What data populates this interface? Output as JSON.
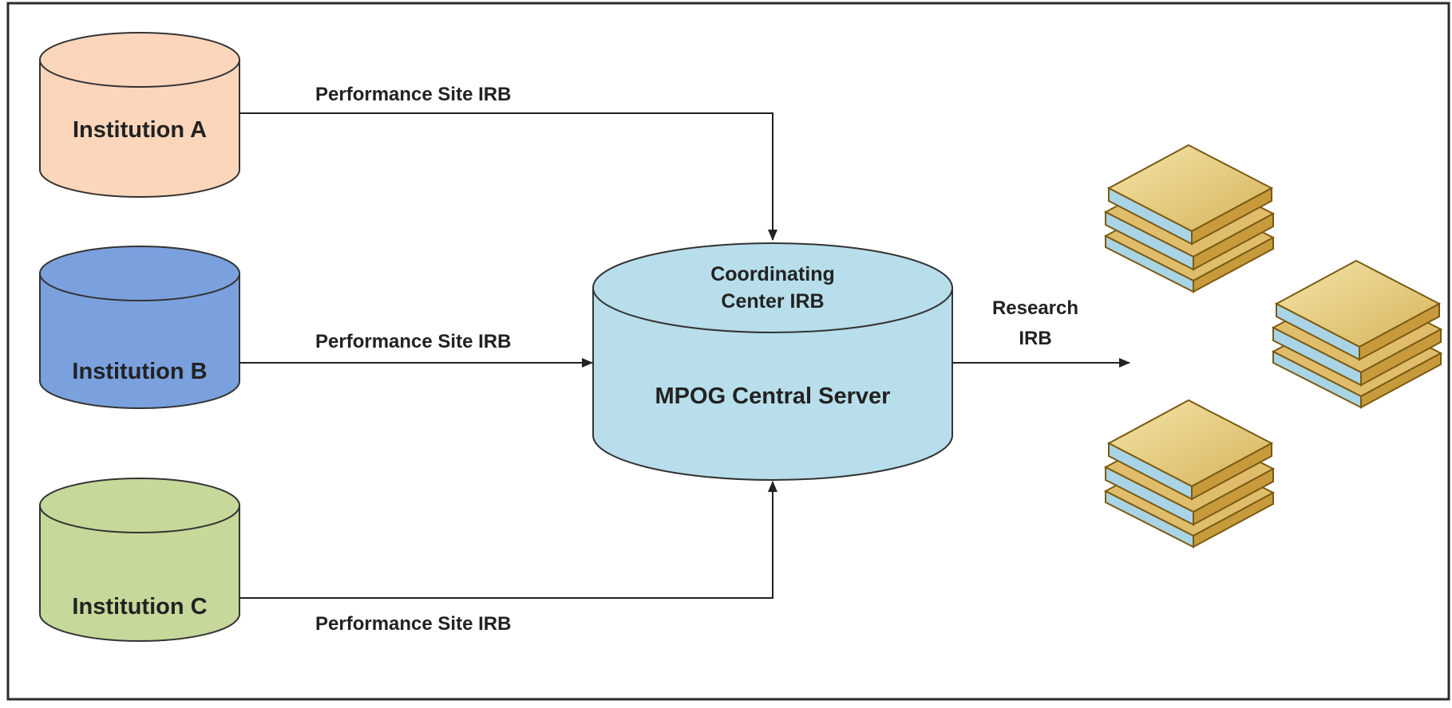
{
  "institutions": [
    {
      "label": "Institution A",
      "color": "#fbd6bb"
    },
    {
      "label": "Institution B",
      "color": "#7aa1de"
    },
    {
      "label": "Institution C",
      "color": "#c6d89a"
    }
  ],
  "edges": {
    "a_label": "Performance Site IRB",
    "b_label": "Performance Site IRB",
    "c_label": "Performance Site IRB",
    "research_line1": "Research",
    "research_line2": "IRB"
  },
  "server": {
    "top_line1": "Coordinating",
    "top_line2": "Center IRB",
    "name": "MPOG Central Server",
    "color": "#b7deea"
  },
  "colors": {
    "frame": "#2b2b2b",
    "line": "#222222",
    "book_cover": "#e8d28a",
    "book_pages": "#a9d4e6",
    "book_edge": "#7a5a12"
  },
  "icons": [
    "book-stack-icon",
    "book-stack-icon",
    "book-stack-icon"
  ]
}
